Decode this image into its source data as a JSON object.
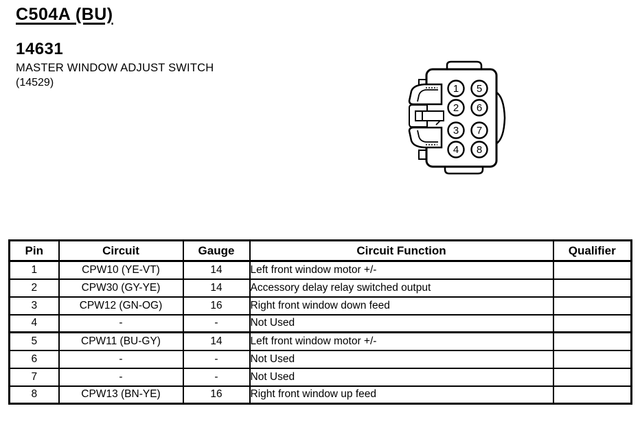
{
  "header": {
    "connector_id": "C504A (BU)",
    "part_number": "14631",
    "component_name": "MASTER WINDOW ADJUST SWITCH",
    "component_ref": "(14529)"
  },
  "connector": {
    "pins": [
      {
        "label": "1",
        "col": 0,
        "row": 0
      },
      {
        "label": "2",
        "col": 0,
        "row": 1
      },
      {
        "label": "3",
        "col": 0,
        "row": 2
      },
      {
        "label": "4",
        "col": 0,
        "row": 3
      },
      {
        "label": "5",
        "col": 1,
        "row": 0
      },
      {
        "label": "6",
        "col": 1,
        "row": 1
      },
      {
        "label": "7",
        "col": 1,
        "row": 2
      },
      {
        "label": "8",
        "col": 1,
        "row": 3
      }
    ]
  },
  "table": {
    "columns": [
      "Pin",
      "Circuit",
      "Gauge",
      "Circuit Function",
      "Qualifier"
    ],
    "rows": [
      [
        "1",
        "CPW10 (YE-VT)",
        "14",
        "Left front window motor +/-",
        ""
      ],
      [
        "2",
        "CPW30 (GY-YE)",
        "14",
        "Accessory delay relay switched output",
        ""
      ],
      [
        "3",
        "CPW12 (GN-OG)",
        "16",
        "Right front window down feed",
        ""
      ],
      [
        "4",
        "-",
        "-",
        "Not Used",
        ""
      ],
      [
        "5",
        "CPW11 (BU-GY)",
        "14",
        "Left front window motor +/-",
        ""
      ],
      [
        "6",
        "-",
        "-",
        "Not Used",
        ""
      ],
      [
        "7",
        "-",
        "-",
        "Not Used",
        ""
      ],
      [
        "8",
        "CPW13 (BN-YE)",
        "16",
        "Right front window up feed",
        ""
      ]
    ]
  },
  "colors": {
    "ink": "#000000",
    "paper": "#ffffff"
  }
}
